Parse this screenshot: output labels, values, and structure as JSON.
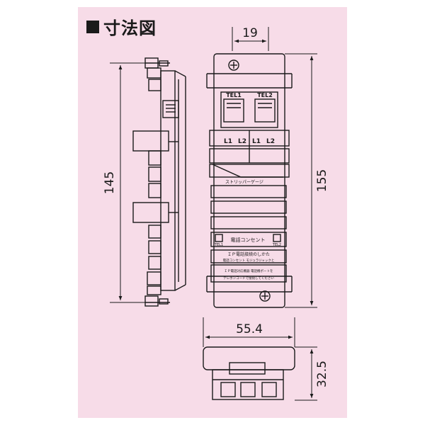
{
  "title": {
    "text": "寸法図"
  },
  "dimensions": {
    "width_top": "19",
    "height_side": "145",
    "height_front": "155",
    "width_front": "55.4",
    "depth_bottom": "32.5"
  },
  "labels": {
    "tel1": "TEL1",
    "tel2": "TEL2",
    "l1_a": "L1",
    "l2_a": "L2",
    "l1_b": "L1",
    "l2_b": "L2",
    "brand": "ストリッパーゲージ",
    "outlet_title": "電話コンセント",
    "outlet_tel1": "TEL1",
    "outlet_tel2": "TEL2",
    "ip_heading": "ＩＰ電話接続のしかた",
    "ip_line1": "電話コンセント モジュラジャックと",
    "ip_line2": "ＩＰ電話対応機器 電話機ポートを",
    "ip_line3": "テレホンコードで接続してください"
  },
  "colors": {
    "background": "#f7dce8",
    "line": "#1a1a1a",
    "title_square": "#1a1a1a"
  }
}
